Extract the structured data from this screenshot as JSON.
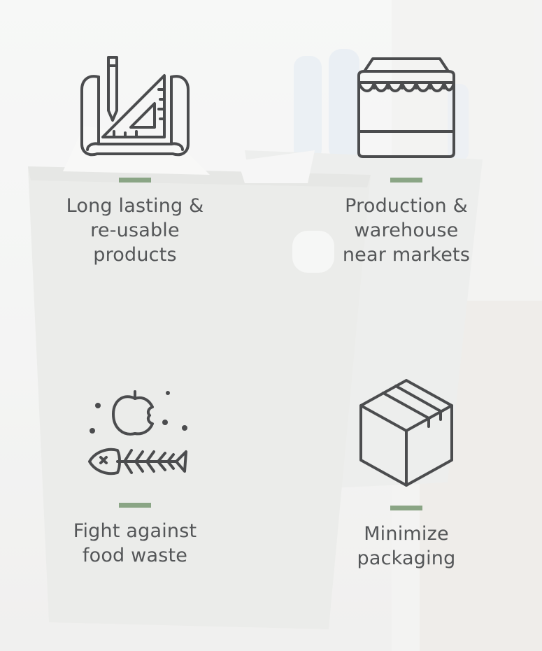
{
  "colors": {
    "accent_bar": "#8aa585",
    "icon_stroke": "#4b4c4e",
    "text": "#545658"
  },
  "features": [
    {
      "icon": "blueprint-pencil-ruler-icon",
      "label": "Long lasting &\nre-usable\nproducts"
    },
    {
      "icon": "storefront-awning-icon",
      "label": "Production &\nwarehouse\nnear markets"
    },
    {
      "icon": "apple-core-fish-bone-icon",
      "label": "Fight against\nfood waste"
    },
    {
      "icon": "cardboard-box-icon",
      "label": "Minimize\npackaging"
    }
  ]
}
